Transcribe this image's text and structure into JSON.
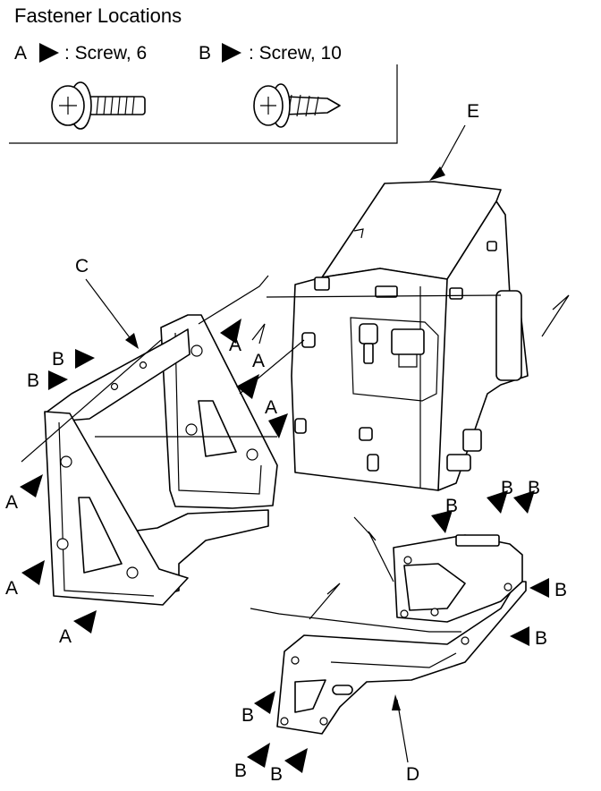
{
  "legend": {
    "title": "Fastener Locations",
    "a_letter": "A",
    "a_desc": ": Screw, 6",
    "b_letter": "B",
    "b_desc": ": Screw, 10"
  },
  "parts": {
    "c": "C",
    "d": "D",
    "e": "E"
  },
  "callouts": {
    "a": "A",
    "b": "B"
  }
}
